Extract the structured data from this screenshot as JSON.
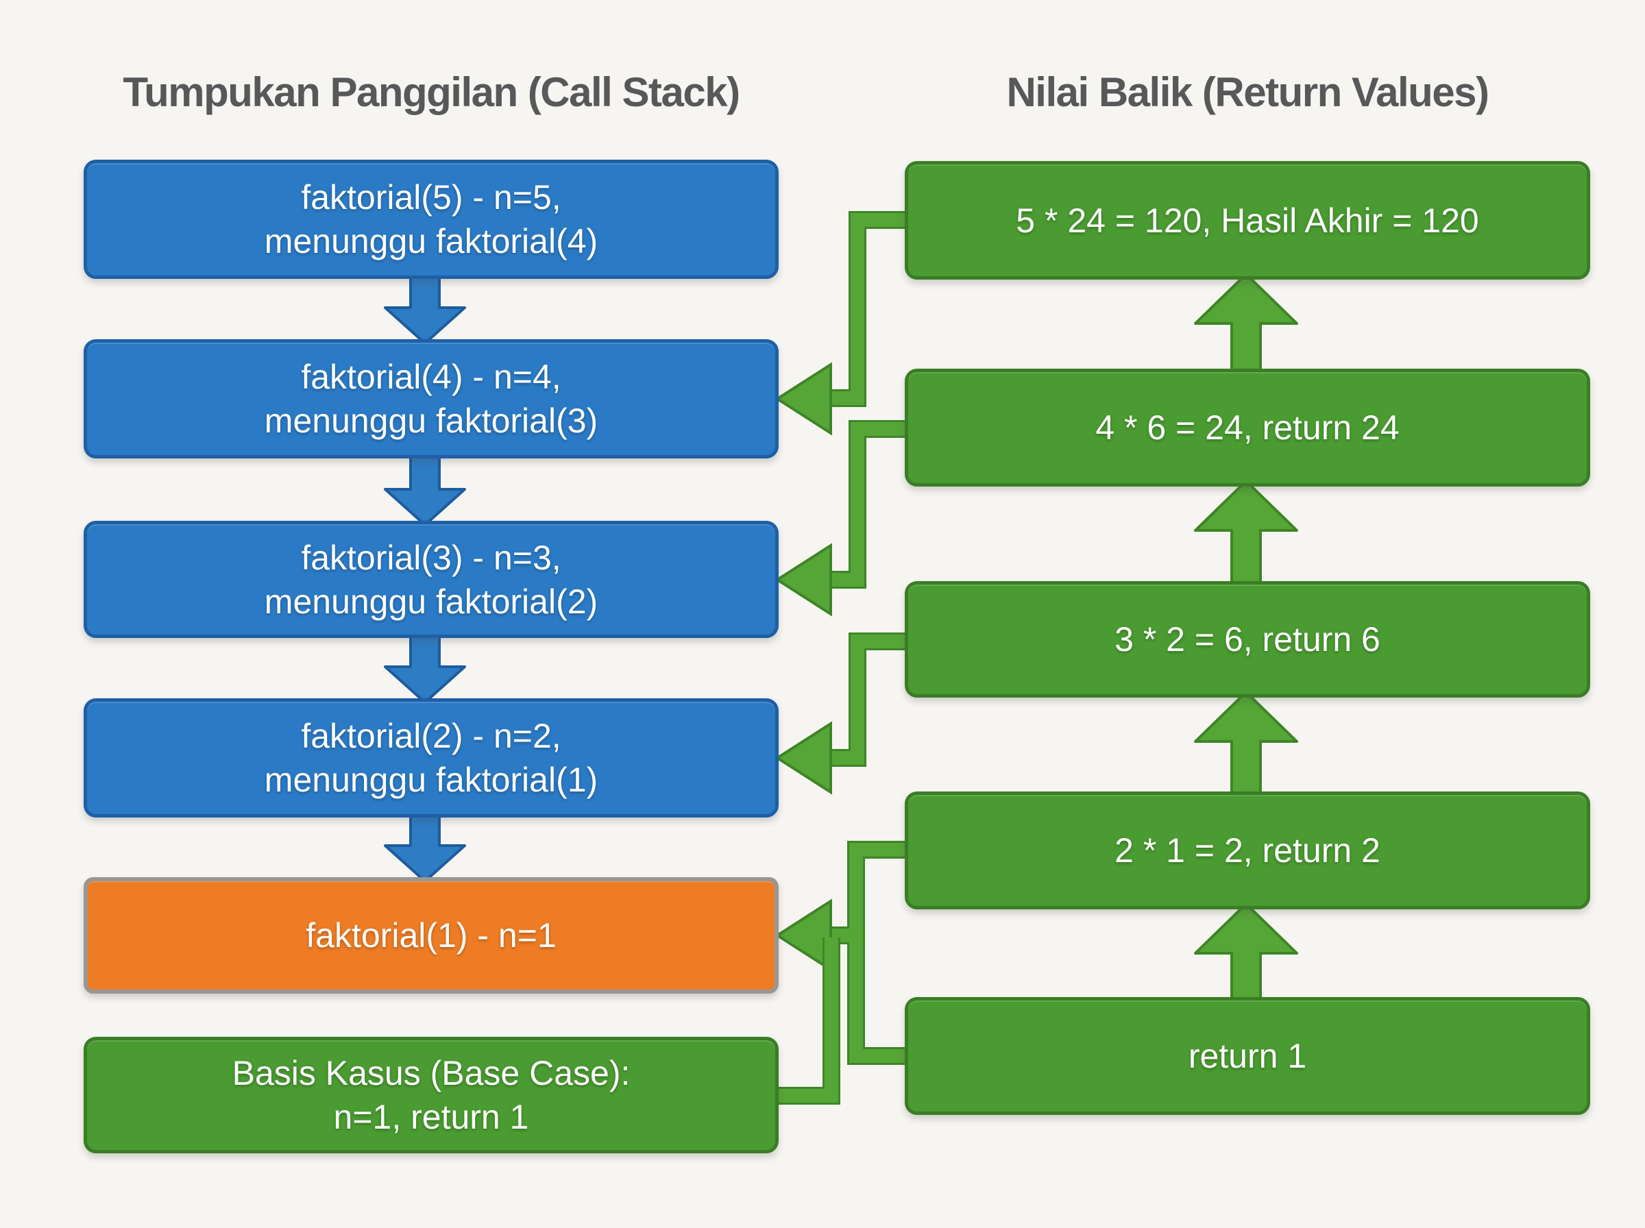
{
  "call_stack": {
    "title": "Tumpukan Panggilan (Call Stack)",
    "boxes": [
      {
        "lines": [
          "faktorial(5) - n=5,",
          "menunggu faktorial(4)"
        ]
      },
      {
        "lines": [
          "faktorial(4) - n=4,",
          "menunggu faktorial(3)"
        ]
      },
      {
        "lines": [
          "faktorial(3) - n=3,",
          "menunggu faktorial(2)"
        ]
      },
      {
        "lines": [
          "faktorial(2) - n=2,",
          "menunggu faktorial(1)"
        ]
      },
      {
        "lines": [
          "faktorial(1) - n=1"
        ]
      },
      {
        "lines": [
          "Basis Kasus (Base Case):",
          "n=1, return 1"
        ]
      }
    ]
  },
  "return_values": {
    "title": "Nilai Balik (Return Values)",
    "boxes": [
      {
        "lines": [
          "5 * 24 = 120, Hasil Akhir = 120"
        ]
      },
      {
        "lines": [
          "4 * 6 = 24, return 24"
        ]
      },
      {
        "lines": [
          "3 * 2 = 6, return 6"
        ]
      },
      {
        "lines": [
          "2 * 1 = 2, return 2"
        ]
      },
      {
        "lines": [
          "return 1"
        ]
      }
    ]
  },
  "colors": {
    "background": "#f7f5f1",
    "box_blue": "#2b7ac5",
    "box_blue_border": "#1e5fa6",
    "arrow_blue": "#2e7cc4",
    "arrow_blue_border": "#1d5c9e",
    "box_green": "#4a9b31",
    "box_green_border": "#3a7d26",
    "connector_green": "#55a637",
    "connector_green_dark": "#3e8526",
    "box_orange": "#ee7c25",
    "box_orange_border": "#9a9691",
    "title_text": "#58585a",
    "box_text": "#ffffff"
  }
}
